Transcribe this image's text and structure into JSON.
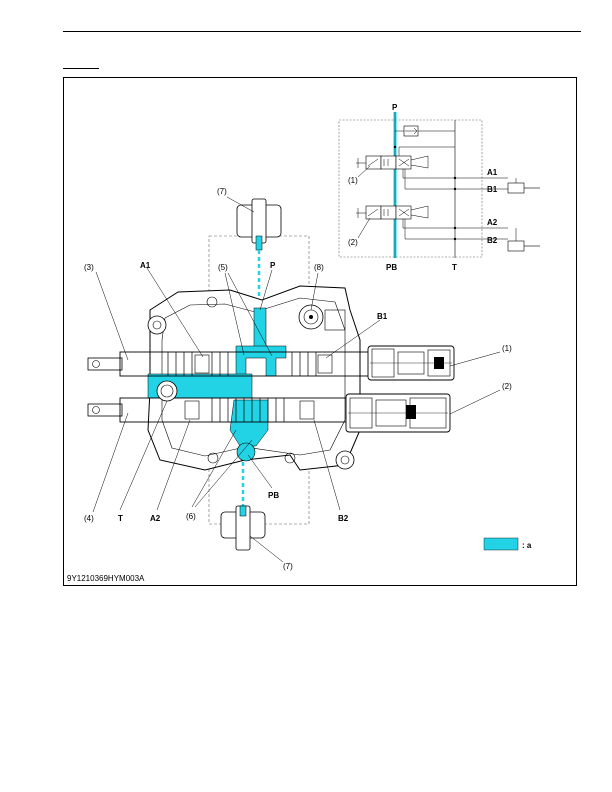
{
  "figure_id": "9Y1210369HYM003A",
  "schematic": {
    "port_p": "P",
    "port_pb": "PB",
    "port_t": "T",
    "port_a1": "A1",
    "port_b1": "B1",
    "port_a2": "A2",
    "port_b2": "B2",
    "callout_1": "(1)",
    "callout_2": "(2)"
  },
  "valve": {
    "callout_1": "(1)",
    "callout_2": "(2)",
    "callout_3": "(3)",
    "callout_4": "(4)",
    "callout_5": "(5)",
    "callout_6": "(6)",
    "callout_7_top": "(7)",
    "callout_7_bottom": "(7)",
    "callout_8": "(8)",
    "port_a1": "A1",
    "port_p": "P",
    "port_b1": "B1",
    "port_t": "T",
    "port_a2": "A2",
    "port_pb": "PB",
    "port_b2": "B2"
  },
  "legend": {
    "label": ": a",
    "color": "#22d3e6"
  },
  "colors": {
    "flow": "#22d3e6",
    "line": "#000000"
  }
}
